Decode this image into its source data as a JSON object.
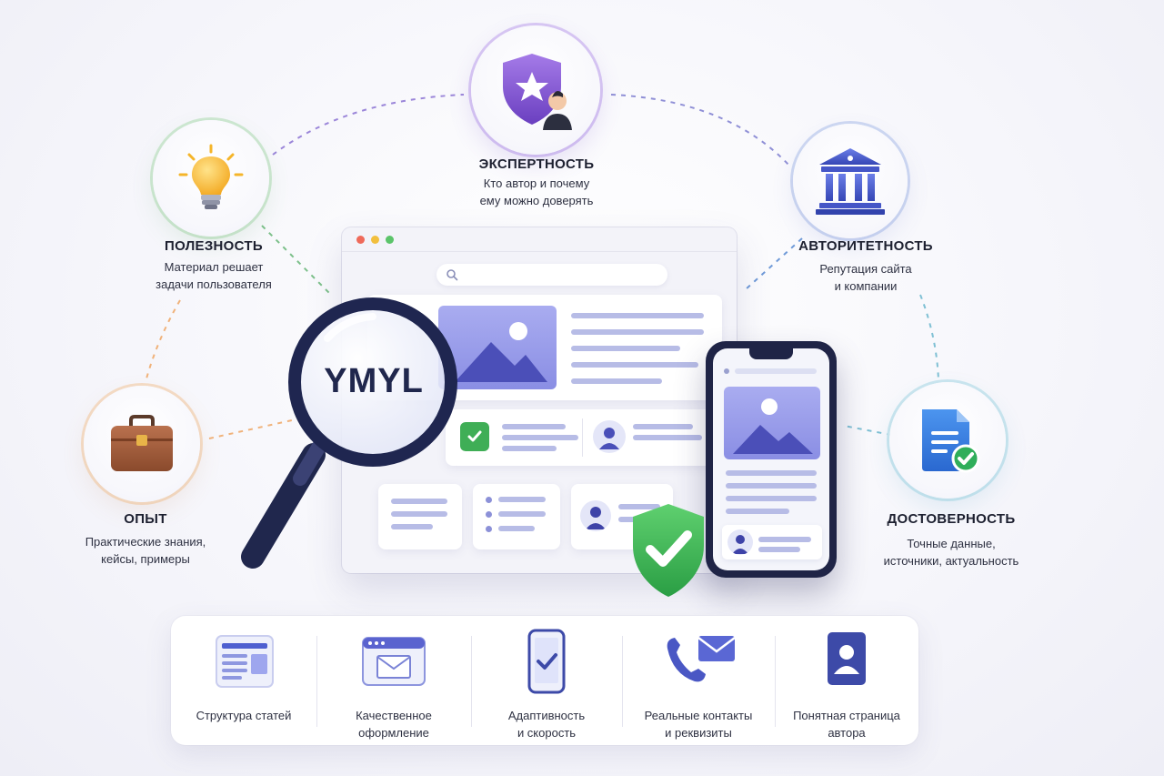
{
  "pillars": {
    "expertise": {
      "title": "ЭКСПЕРТНОСТЬ",
      "desc": [
        "Кто автор и почему",
        "ему можно доверять"
      ],
      "icon": "shield-star-person-icon",
      "color": "#8a5bd6"
    },
    "usefulness": {
      "title": "ПОЛЕЗНОСТЬ",
      "desc": [
        "Материал решает",
        "задачи пользователя"
      ],
      "icon": "lightbulb-icon",
      "color": "#f2b233"
    },
    "authority": {
      "title": "АВТОРИТЕТНОСТЬ",
      "desc": [
        "Репутация сайта",
        "и компании"
      ],
      "icon": "bank-building-icon",
      "color": "#4a5ad0"
    },
    "experience": {
      "title": "ОПЫТ",
      "desc": [
        "Практические знания,",
        "кейсы, примеры"
      ],
      "icon": "briefcase-icon",
      "color": "#a0583a"
    },
    "reliability": {
      "title": "ДОСТОВЕРНОСТЬ",
      "desc": [
        "Точные данные,",
        "источники, актуальность"
      ],
      "icon": "document-check-icon",
      "color": "#2f7fe0"
    }
  },
  "center": {
    "magnifier_text": "YMYL",
    "accent": "#4a4fb8",
    "check_color": "#3cb24f"
  },
  "features": [
    {
      "label": [
        "Структура статей"
      ],
      "icon": "article-layout-icon"
    },
    {
      "label": [
        "Качественное",
        "оформление"
      ],
      "icon": "browser-mail-icon"
    },
    {
      "label": [
        "Адаптивность",
        "и скорость"
      ],
      "icon": "phone-check-icon"
    },
    {
      "label": [
        "Реальные контакты",
        "и реквизиты"
      ],
      "icon": "phone-envelope-icon"
    },
    {
      "label": [
        "Понятная страница",
        "автора"
      ],
      "icon": "author-card-icon"
    }
  ]
}
